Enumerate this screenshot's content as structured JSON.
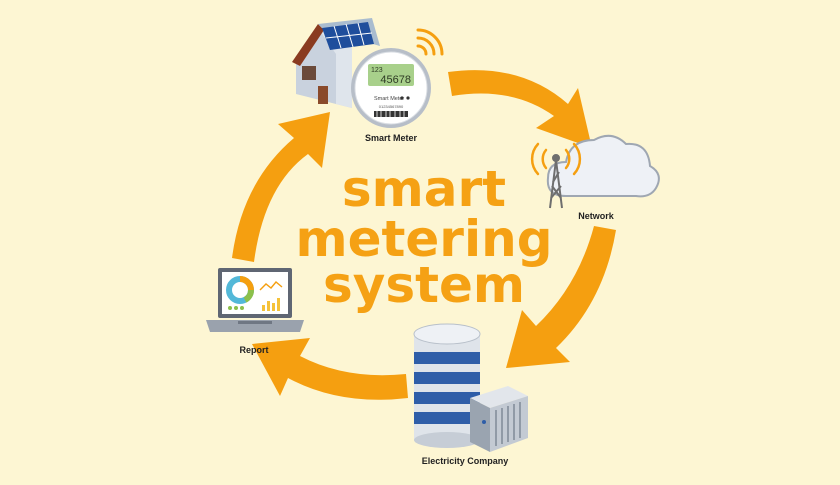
{
  "title": {
    "line1": "smart",
    "line2": "metering",
    "line3": "system"
  },
  "nodes": {
    "smart_meter": {
      "label": "Smart Meter",
      "reading_top": "123",
      "reading": "45678",
      "brand": "Smart Meter",
      "serial": "01234567890"
    },
    "network": {
      "label": "Network"
    },
    "electricity_company": {
      "label": "Electricity Company"
    },
    "report": {
      "label": "Report"
    }
  },
  "colors": {
    "background": "#fdf6d3",
    "accent": "#f5a114",
    "arrow": "#f59f10"
  }
}
